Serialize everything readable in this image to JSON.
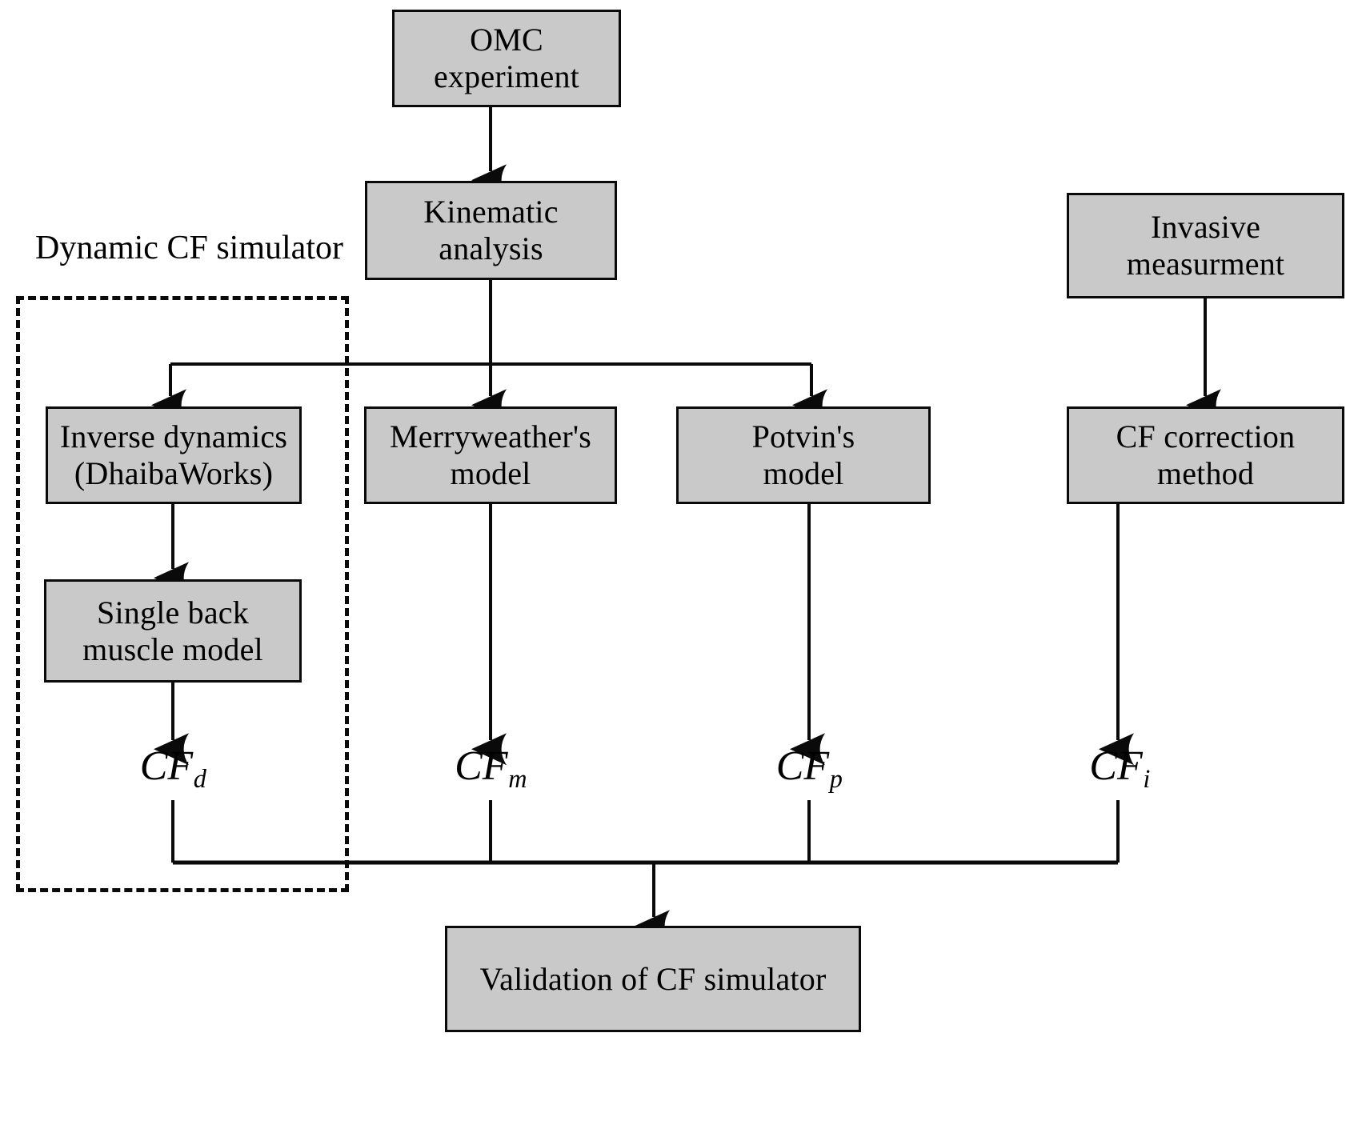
{
  "diagram": {
    "title": "CF simulator validation flowchart",
    "colors": {
      "node_fill": "#c9c9c9",
      "stroke": "#0a0a0a",
      "background": "#ffffff"
    },
    "group": {
      "label": "Dynamic CF simulator",
      "style": "dashed"
    },
    "nodes": {
      "omc_experiment": {
        "line1": "OMC",
        "line2": "experiment"
      },
      "kinematic_analysis": {
        "line1": "Kinematic",
        "line2": "analysis"
      },
      "invasive_measurement": {
        "line1": "Invasive",
        "line2": "measurment"
      },
      "inverse_dynamics": {
        "line1": "Inverse dynamics",
        "line2": "(DhaibaWorks)"
      },
      "merryweather_model": {
        "line1": "Merryweather's",
        "line2": "model"
      },
      "potvin_model": {
        "line1": "Potvin's",
        "line2": "model"
      },
      "cf_correction_method": {
        "line1": "CF correction",
        "line2": "method"
      },
      "single_back_muscle_model": {
        "line1": "Single back",
        "line2": "muscle model"
      },
      "validation": {
        "line1": "Validation of CF simulator"
      }
    },
    "outputs": {
      "cf_d": {
        "base": "CF",
        "sub": "d"
      },
      "cf_m": {
        "base": "CF",
        "sub": "m"
      },
      "cf_p": {
        "base": "CF",
        "sub": "p"
      },
      "cf_i": {
        "base": "CF",
        "sub": "i"
      }
    },
    "edges": [
      {
        "from": "omc_experiment",
        "to": "kinematic_analysis",
        "type": "straight-down-arrow"
      },
      {
        "from": "kinematic_analysis",
        "to": "inverse_dynamics",
        "type": "branch-left-arrow"
      },
      {
        "from": "kinematic_analysis",
        "to": "merryweather_model",
        "type": "straight-down-arrow"
      },
      {
        "from": "kinematic_analysis",
        "to": "potvin_model",
        "type": "branch-right-arrow"
      },
      {
        "from": "invasive_measurement",
        "to": "cf_correction_method",
        "type": "straight-down-arrow"
      },
      {
        "from": "inverse_dynamics",
        "to": "single_back_muscle_model",
        "type": "straight-down-arrow"
      },
      {
        "from": "single_back_muscle_model",
        "to": "cf_d",
        "type": "straight-down-arrow"
      },
      {
        "from": "merryweather_model",
        "to": "cf_m",
        "type": "straight-down-arrow"
      },
      {
        "from": "potvin_model",
        "to": "cf_p",
        "type": "straight-down-arrow"
      },
      {
        "from": "cf_correction_method",
        "to": "cf_i",
        "type": "straight-down-arrow"
      },
      {
        "from": "cf_d",
        "to": "validation",
        "type": "merge-bus-arrow"
      },
      {
        "from": "cf_m",
        "to": "validation",
        "type": "merge-bus-arrow"
      },
      {
        "from": "cf_p",
        "to": "validation",
        "type": "merge-bus-arrow"
      },
      {
        "from": "cf_i",
        "to": "validation",
        "type": "merge-bus-arrow"
      }
    ]
  }
}
